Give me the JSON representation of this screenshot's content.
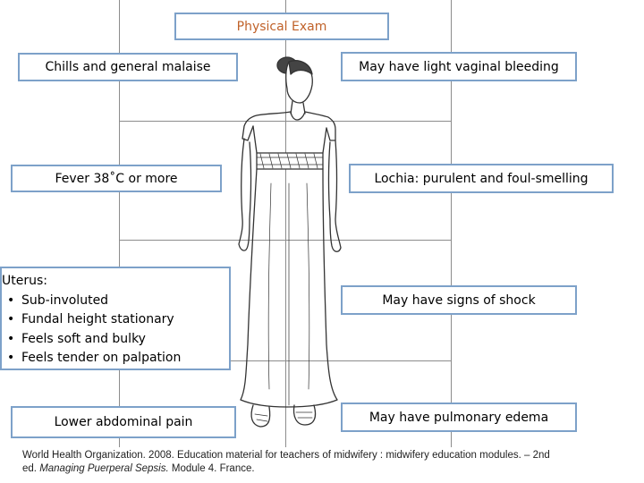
{
  "title": "Physical Exam",
  "left_boxes": {
    "chills": "Chills and general malaise",
    "fever": "Fever 38˚C or more",
    "uterus_heading": "Uterus:",
    "uterus_items": [
      "Sub-involuted",
      "Fundal height stationary",
      "Feels soft and bulky",
      "Feels tender on palpation"
    ],
    "lower_abdominal": "Lower abdominal pain"
  },
  "right_boxes": {
    "bleeding": "May have light vaginal bleeding",
    "lochia": "Lochia: purulent and foul-smelling",
    "shock": "May have signs of shock",
    "pulmonary": "May have pulmonary edema"
  },
  "citation": {
    "line1": "World Health Organization. 2008. Education material for teachers of midwifery : midwifery education modules. – 2nd",
    "line2_prefix": "ed. ",
    "line2_italic": "Managing Puerperal Sepsis.",
    "line2_suffix": " Module 4. France."
  },
  "colors": {
    "box_border": "#7da1c9",
    "title_text": "#c0622a",
    "grid": "#8c8c8c"
  }
}
